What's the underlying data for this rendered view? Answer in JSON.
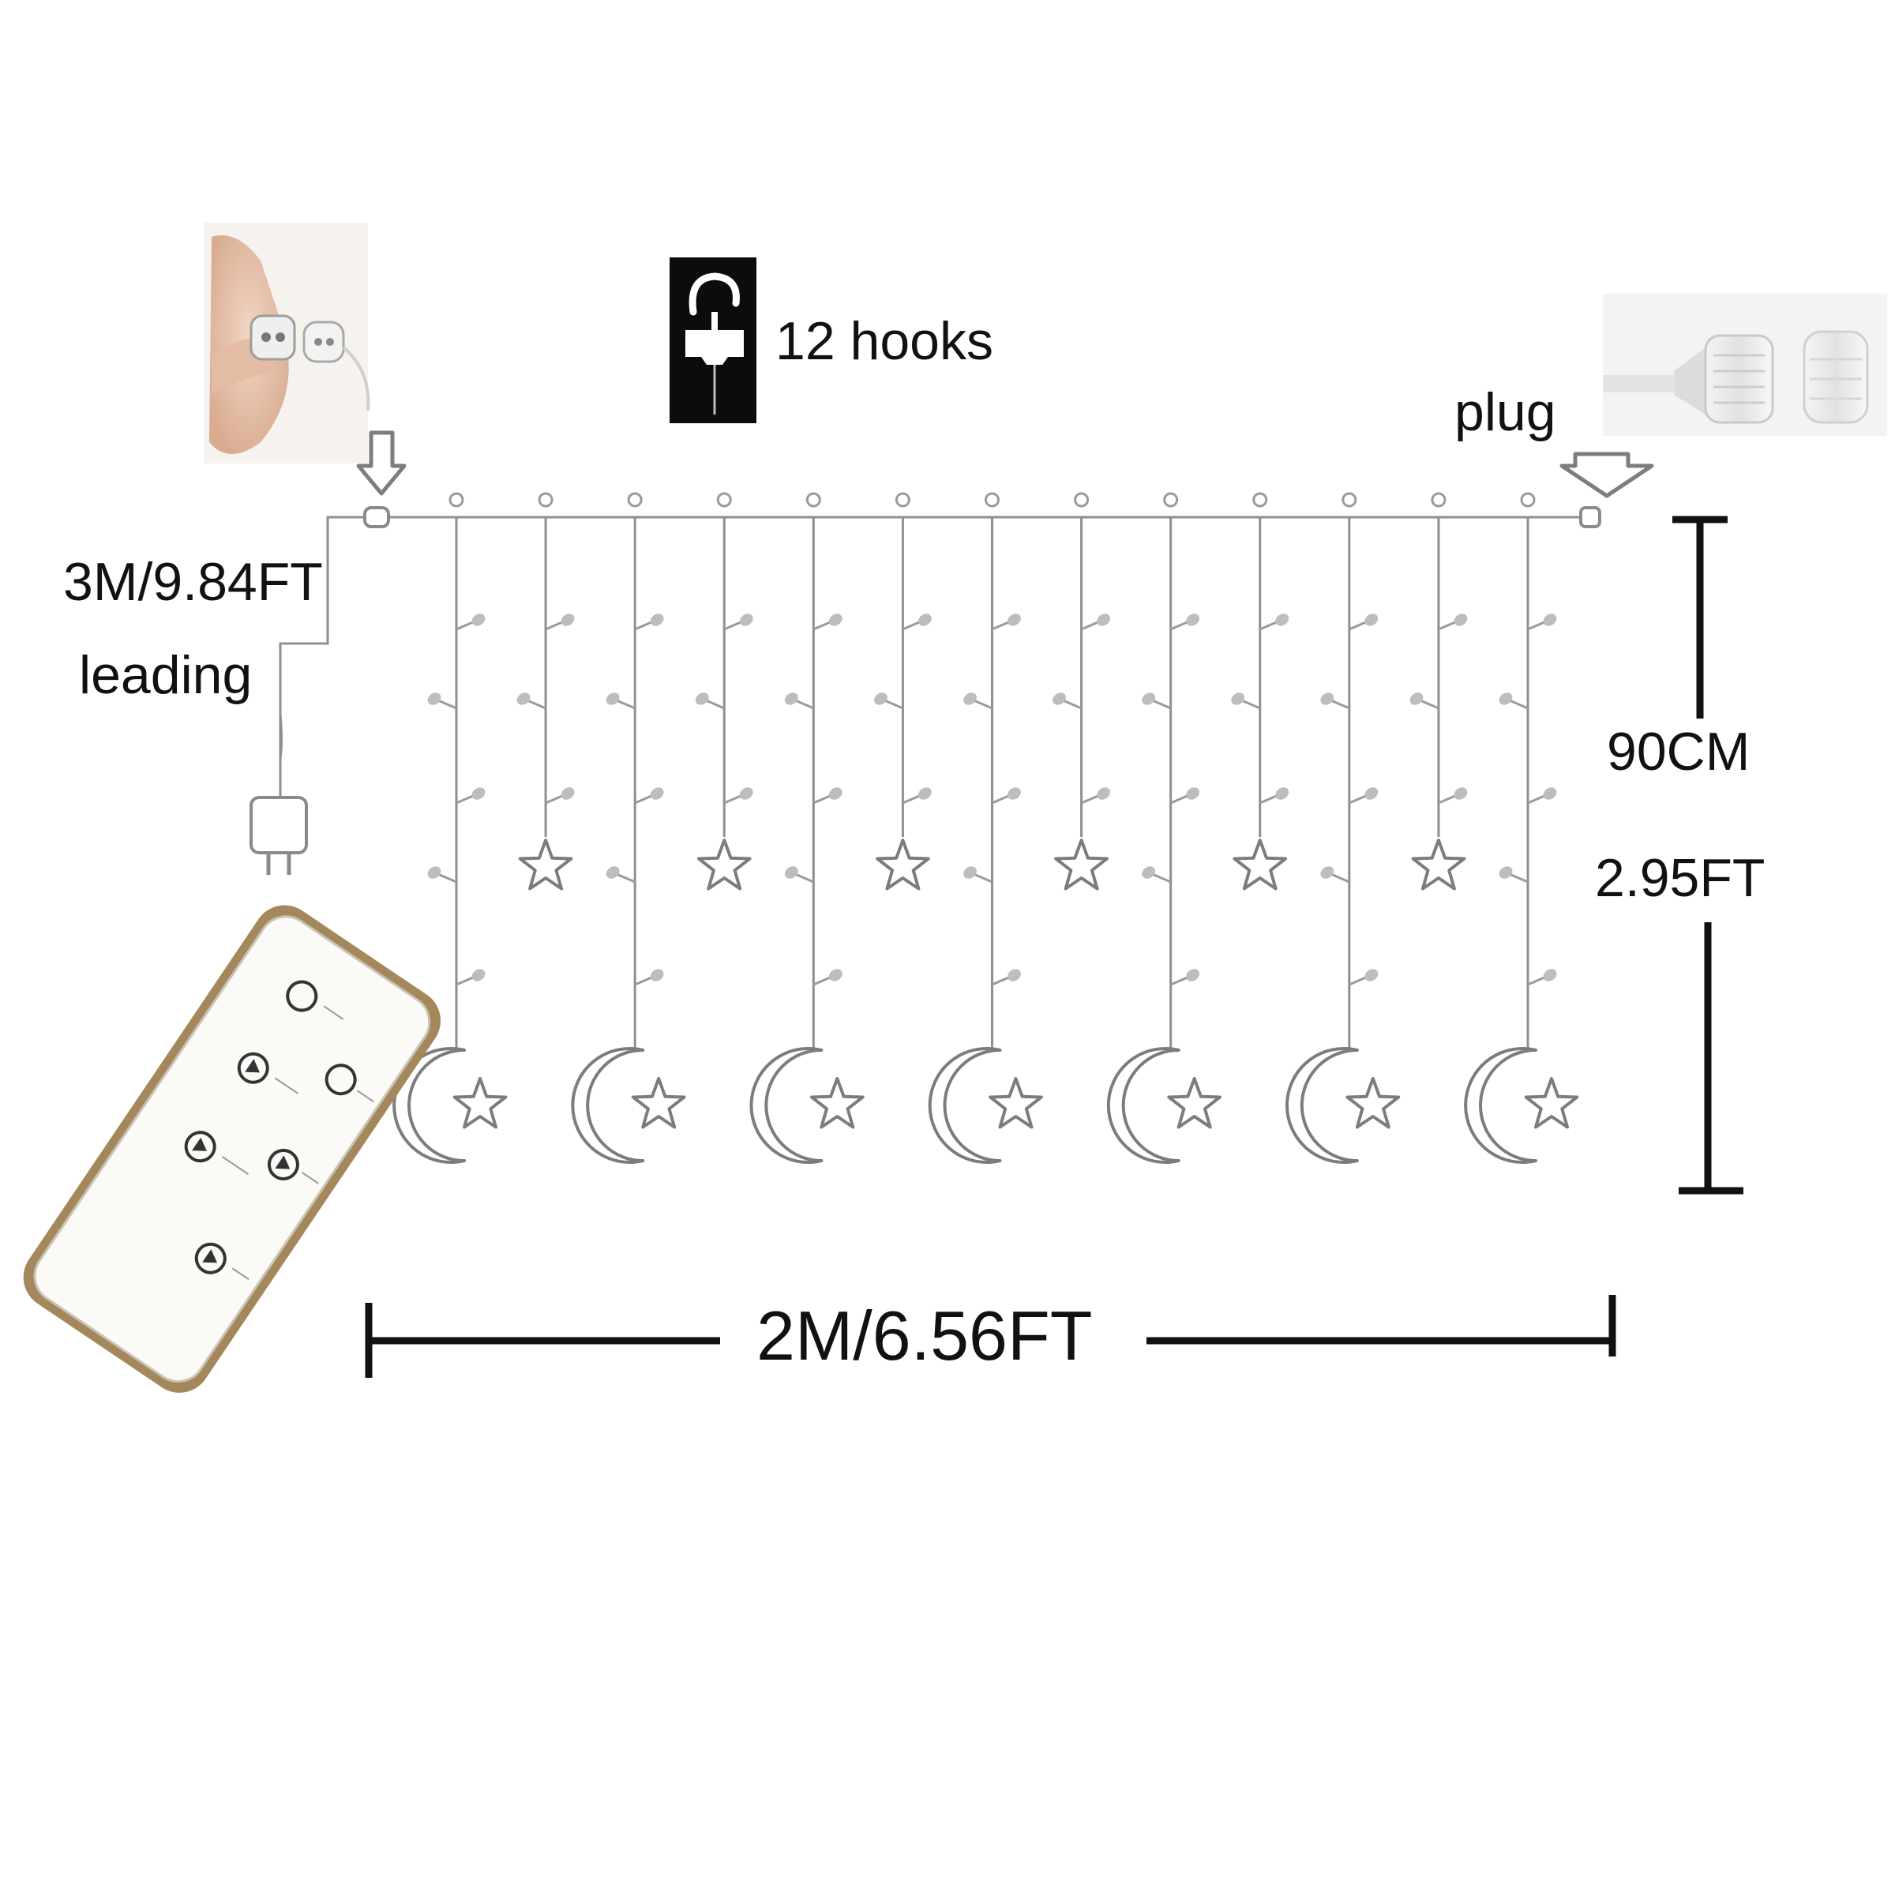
{
  "labels": {
    "hooks": "12 hooks",
    "plug": "plug",
    "leading_length": "3M/9.84FT",
    "leading_word": "leading",
    "height_cm": "90CM",
    "height_ft": "2.95FT",
    "width": "2M/6.56FT"
  },
  "curtain": {
    "hook_count": 12,
    "strand_count": 13,
    "star_pendants": 6,
    "moon_star_pendants": 7
  },
  "icons": {
    "plug_photo": "connector-photo-icon",
    "hook": "hook-icon",
    "end_plug_photo": "end-cap-plug-icon",
    "remote": "remote-control-icon",
    "power_plug": "power-plug-icon",
    "arrow": "down-arrow-icon"
  },
  "colors": {
    "wire": "#8f8f8f",
    "dimension": "#111111",
    "remote_border": "#a4875a"
  }
}
